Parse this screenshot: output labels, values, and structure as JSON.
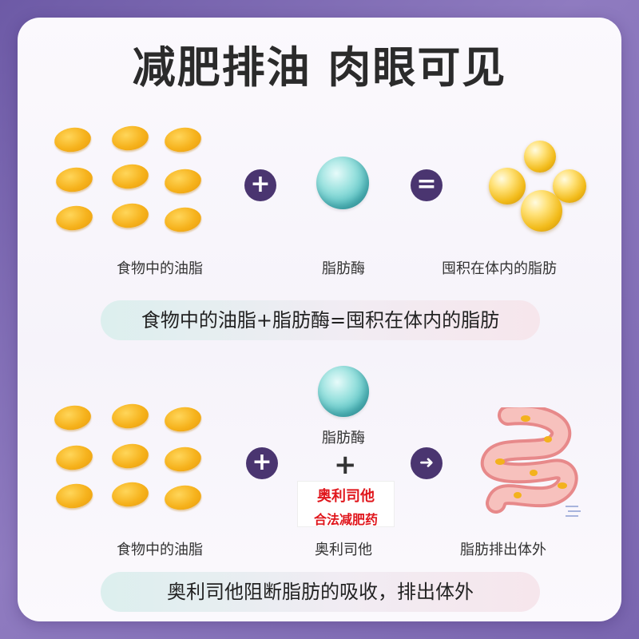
{
  "title": "减肥排油 肉眼可见",
  "row1": {
    "oil_caption": "食物中的油脂",
    "enzyme_caption": "脂肪酶",
    "result_caption": "囤积在体内的脂肪",
    "operator_plus": "+",
    "operator_equals": "=",
    "banner": "食物中的油脂+脂肪酶=囤积在体内的脂肪"
  },
  "row2": {
    "enzyme_label": "脂肪酶",
    "plain_plus": "+",
    "stamp_line1": "奥利司他",
    "stamp_line2": "合法减肥药",
    "operator_plus": "+",
    "operator_arrow": "➜",
    "oil_caption": "食物中的油脂",
    "drug_caption": "奥利司他",
    "result_caption": "脂肪排出体外",
    "banner": "奥利司他阻断脂肪的吸收，排出体外"
  },
  "colors": {
    "background": "#7a66b0",
    "operator": "#4a3570",
    "stamp_text": "#e0161c",
    "oil": "#f6b21c",
    "enzyme": "#58c3c4"
  }
}
